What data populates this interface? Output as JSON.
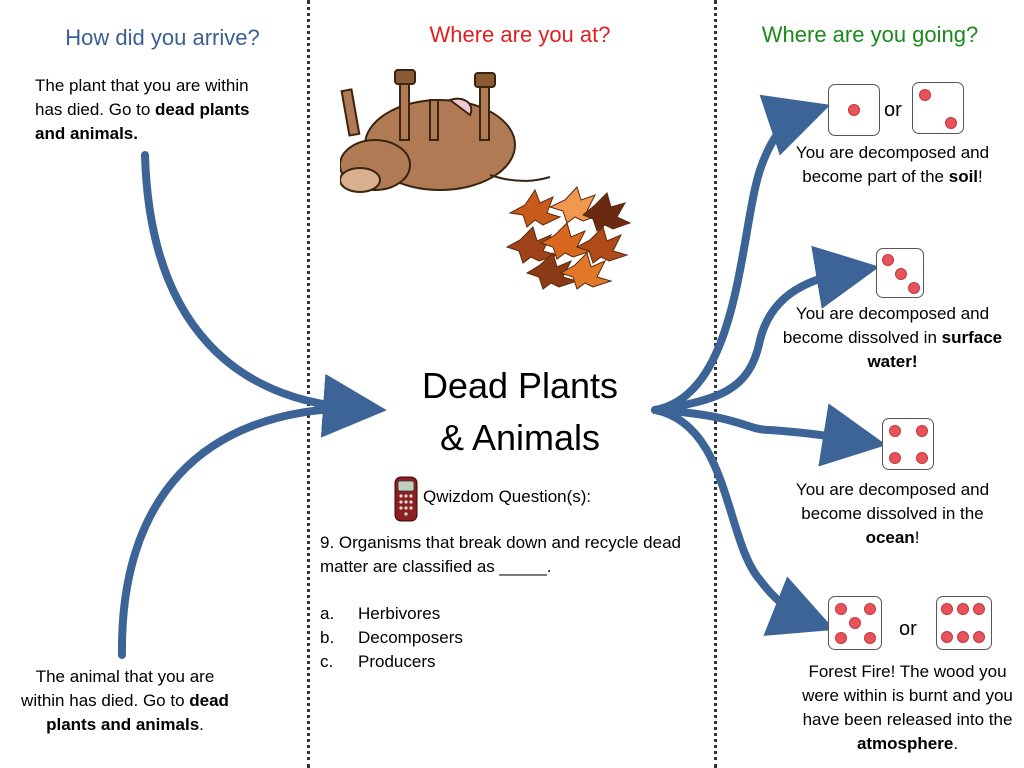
{
  "headers": {
    "left": "How did you arrive?",
    "middle": "Where are you at?",
    "right": "Where are you going?"
  },
  "arrivals": {
    "plant_text": "The plant that you are within has died.  Go to",
    "plant_bold": "dead plants and animals.",
    "animal_text": "The animal that you are within has died.  Go to",
    "animal_bold": "dead plants and animals",
    "animal_end": "."
  },
  "main": {
    "title_line1": "Dead Plants",
    "title_line2": "& Animals",
    "qwizdom_label": "Qwizdom Question(s):",
    "question": "9. Organisms that break down and recycle dead matter are classified as _____.",
    "options": [
      {
        "letter": "a.",
        "text": "Herbivores"
      },
      {
        "letter": "b.",
        "text": "Decomposers"
      },
      {
        "letter": "c.",
        "text": "Producers"
      }
    ]
  },
  "destinations": {
    "soil": {
      "text": "You are decomposed and become part of the",
      "bold": "soil",
      "end": "!",
      "or": "or"
    },
    "surface": {
      "text": "You are decomposed and become dissolved in",
      "bold": "surface water!"
    },
    "ocean": {
      "text": "You are decomposed and become dissolved in the",
      "bold": "ocean",
      "end": "!"
    },
    "atmosphere": {
      "text": "Forest Fire!  The wood you were within is burnt and you have been released into the",
      "bold": "atmosphere",
      "end": ".",
      "or": "or"
    }
  },
  "colors": {
    "left_header": "#3a5f8f",
    "middle_header": "#e02020",
    "right_header": "#1a8a1a",
    "arrow": "#3d6496",
    "pip": "#e8535a"
  }
}
